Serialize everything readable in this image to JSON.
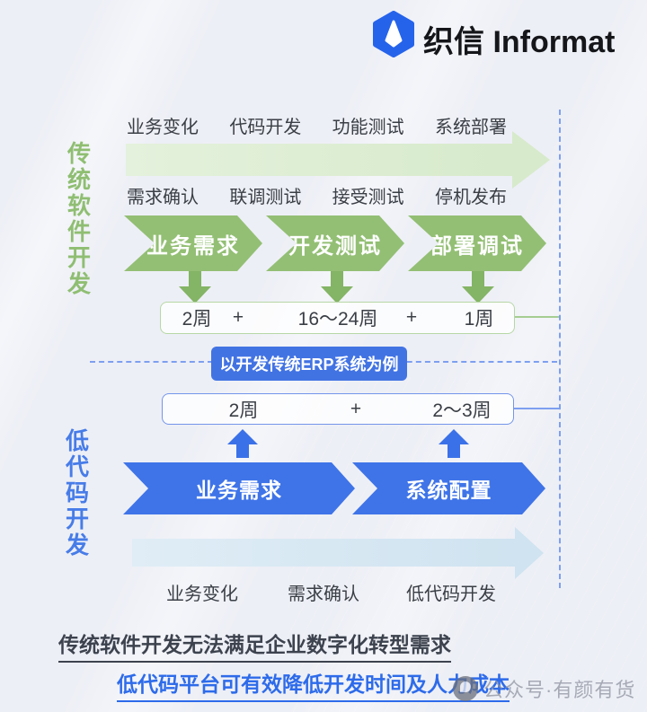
{
  "brand": {
    "name": "织信 Informat"
  },
  "traditional": {
    "side_label": "传统软件开发",
    "top_steps": [
      "业务变化",
      "代码开发",
      "功能测试",
      "系统部署"
    ],
    "bottom_steps": [
      "需求确认",
      "联调测试",
      "接受测试",
      "停机发布"
    ],
    "phases": [
      "业务需求",
      "开发测试",
      "部署调试"
    ],
    "durations": [
      "2周",
      "16～24周",
      "1周"
    ],
    "plus": "+"
  },
  "example_badge": "以开发传统ERP系统为例",
  "lowcode": {
    "side_label": "低代码开发",
    "phases": [
      "业务需求",
      "系统配置"
    ],
    "durations": [
      "2周",
      "2～3周"
    ],
    "plus": "+",
    "steps": [
      "业务变化",
      "需求确认",
      "低代码开发"
    ]
  },
  "conclusions": {
    "line1": "传统软件开发无法满足企业数字化转型需求",
    "line2": "低代码平台可有效降低开发时间及人力成本"
  },
  "watermark": "公众号·有颜有货",
  "colors": {
    "green": "#93bf74",
    "green_light": "#d7eacb",
    "blue": "#3f74e8",
    "blue_light": "#cfe3f0",
    "badge_blue": "#4273e3",
    "background": "#edeff6"
  }
}
